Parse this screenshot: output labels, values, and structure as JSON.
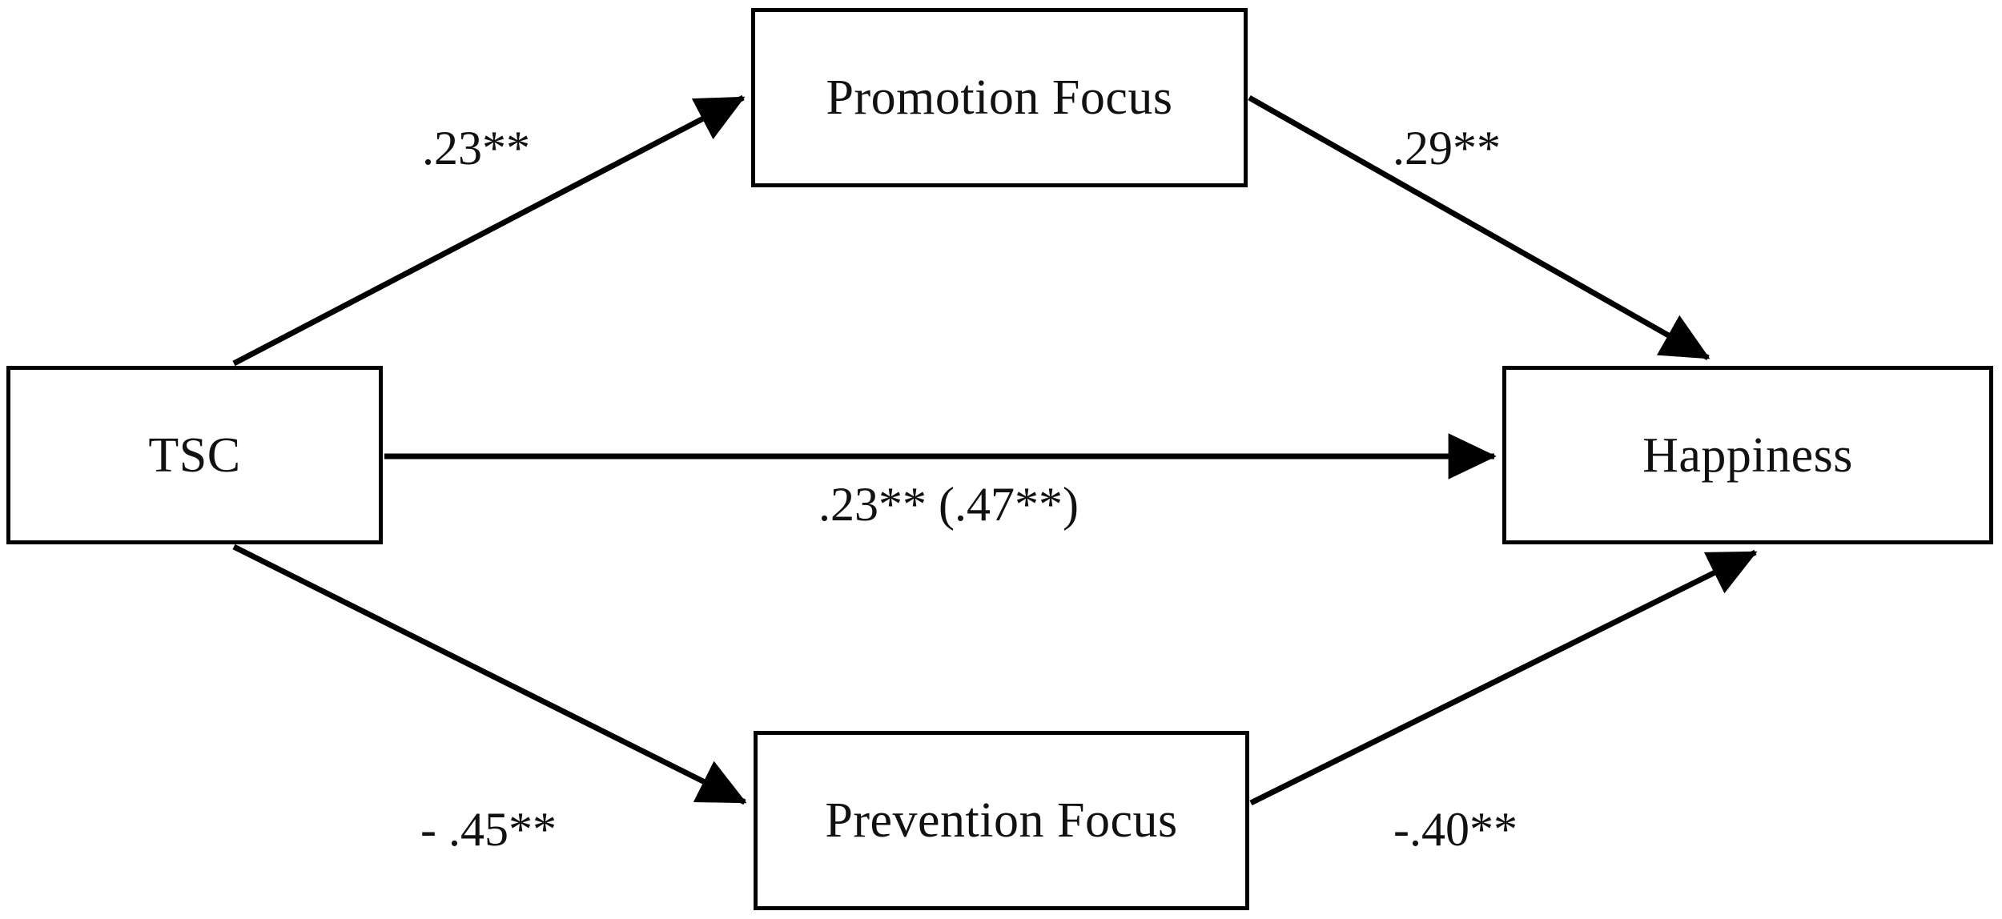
{
  "diagram": {
    "type": "mediation-path-model",
    "background_color": "#ffffff",
    "line_color": "#000000",
    "nodes": [
      {
        "id": "tsc",
        "label": "TSC"
      },
      {
        "id": "promotion",
        "label": "Promotion Focus"
      },
      {
        "id": "prevention",
        "label": "Prevention Focus"
      },
      {
        "id": "happiness",
        "label": "Happiness"
      }
    ],
    "paths": [
      {
        "id": "a1",
        "from": "TSC",
        "to": "Promotion Focus",
        "label": ".23**"
      },
      {
        "id": "b1",
        "from": "Promotion Focus",
        "to": "Happiness",
        "label": ".29**"
      },
      {
        "id": "c",
        "from": "TSC",
        "to": "Happiness",
        "label": ".23** (.47**)"
      },
      {
        "id": "a2",
        "from": "TSC",
        "to": "Prevention Focus",
        "label": "- .45**"
      },
      {
        "id": "b2",
        "from": "Prevention Focus",
        "to": "Happiness",
        "label": "-.40**"
      }
    ]
  }
}
